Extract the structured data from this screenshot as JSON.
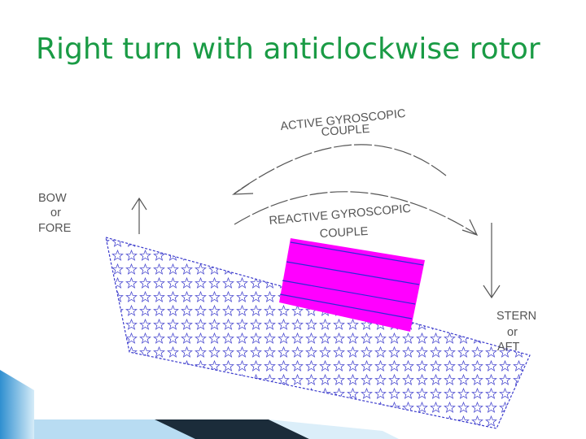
{
  "slide": {
    "title": "Right turn with anticlockwise rotor"
  },
  "diagram": {
    "active_label_1": "ACTIVE GYROSCOPIC",
    "active_label_2": "COUPLE",
    "reactive_label_1": "REACTIVE GYROSCOPIC",
    "reactive_label_2": "COUPLE",
    "bow_label_1": "BOW",
    "bow_label_2": "or",
    "bow_label_3": "FORE",
    "stern_label_1": "STERN",
    "stern_label_2": "or",
    "stern_label_3": "AFT"
  },
  "colors": {
    "title": "#1a9b45",
    "rotor": "#ff00ff",
    "hull_stroke": "#3a3acc",
    "arrow": "#555555",
    "footer_blue": "#3aa0d8"
  }
}
